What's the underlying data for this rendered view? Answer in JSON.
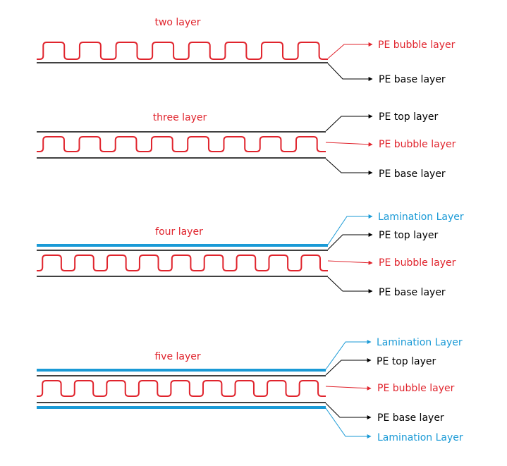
{
  "colors": {
    "red": "#e0242d",
    "black": "#000000",
    "blue": "#1a9ad6"
  },
  "diagrams": [
    {
      "title": "two layer",
      "labels": [
        "PE bubble layer",
        "PE base layer"
      ]
    },
    {
      "title": "three layer",
      "labels": [
        "PE top layer",
        "PE bubble layer",
        "PE base layer"
      ]
    },
    {
      "title": "four layer",
      "labels": [
        "Lamination Layer",
        "PE top layer",
        "PE bubble layer",
        "PE base layer"
      ]
    },
    {
      "title": "five layer",
      "labels": [
        "Lamination Layer",
        "PE top layer",
        "PE bubble layer",
        "PE base layer",
        "Lamination Layer"
      ]
    }
  ]
}
